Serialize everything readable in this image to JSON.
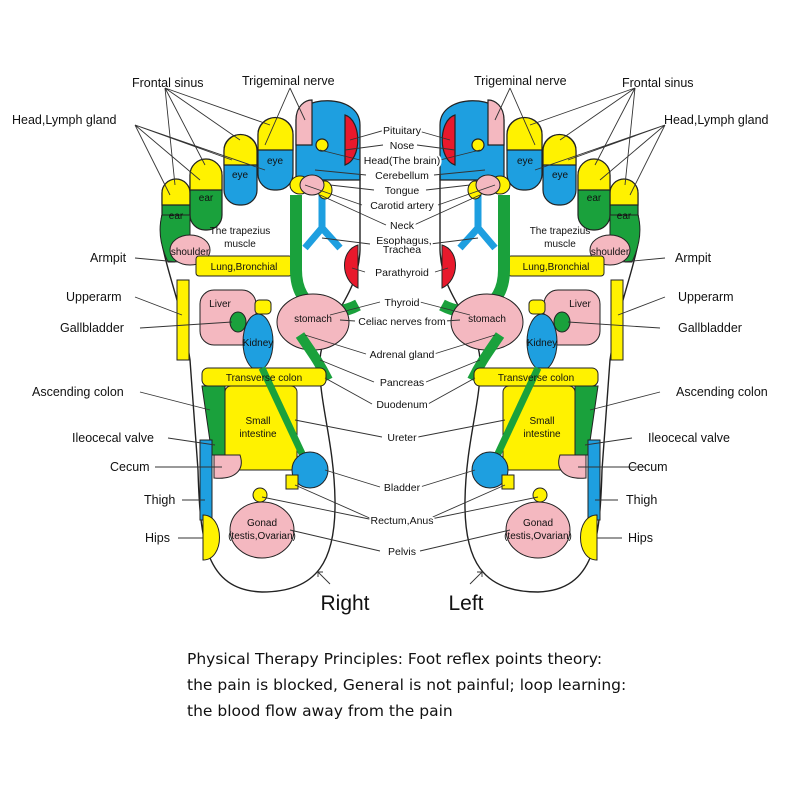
{
  "colors": {
    "yellow": "#fff200",
    "blue": "#1e9fe0",
    "green": "#1aa13c",
    "pink": "#f4b8c0",
    "red": "#e8192c",
    "outline": "#222222"
  },
  "center_labels": [
    "Pituitary",
    "Nose",
    "Head(The brain)",
    "Cerebellum",
    "Tongue",
    "Carotid artery",
    "Neck",
    "Esophagus,",
    "Trachea",
    "Parathyroid",
    "Thyroid",
    "Celiac nerves from",
    "Adrenal gland",
    "Pancreas",
    "Duodenum",
    "Ureter",
    "Bladder",
    "Rectum,Anus",
    "Pelvis"
  ],
  "right_foot": {
    "caption": "Right",
    "side_labels": [
      "Frontal sinus",
      "Trigeminal nerve",
      "Head,Lymph gland",
      "Armpit",
      "Upperarm",
      "Gallbladder",
      "Ascending colon",
      "Ileocecal valve",
      "Cecum",
      "Thigh",
      "Hips"
    ]
  },
  "left_foot": {
    "caption": "Left",
    "side_labels": [
      "Trigeminal nerve",
      "Frontal sinus",
      "Head,Lymph gland",
      "Armpit",
      "Upperarm",
      "Gallbladder",
      "Ascending colon",
      "Ileocecal valve",
      "Cecum",
      "Thigh",
      "Hips"
    ]
  },
  "zone_labels": {
    "eye": "eye",
    "ear": "ear",
    "trapezius_1": "The trapezius",
    "trapezius_2": "muscle",
    "shoulder": "shoulder",
    "lung": "Lung,Bronchial",
    "liver": "Liver",
    "stomach": "stomach",
    "kidney": "Kidney",
    "transverse_colon": "Transverse colon",
    "small_intestine_1": "Small",
    "small_intestine_2": "intestine",
    "gonad_1": "Gonad",
    "gonad_2": "(testis,Ovarian)"
  },
  "caption": {
    "line1": "Physical Therapy Principles: Foot reflex points theory:",
    "line2": "the pain is blocked, General is not painful; loop learning:",
    "line3": "the blood flow away from the pain"
  }
}
